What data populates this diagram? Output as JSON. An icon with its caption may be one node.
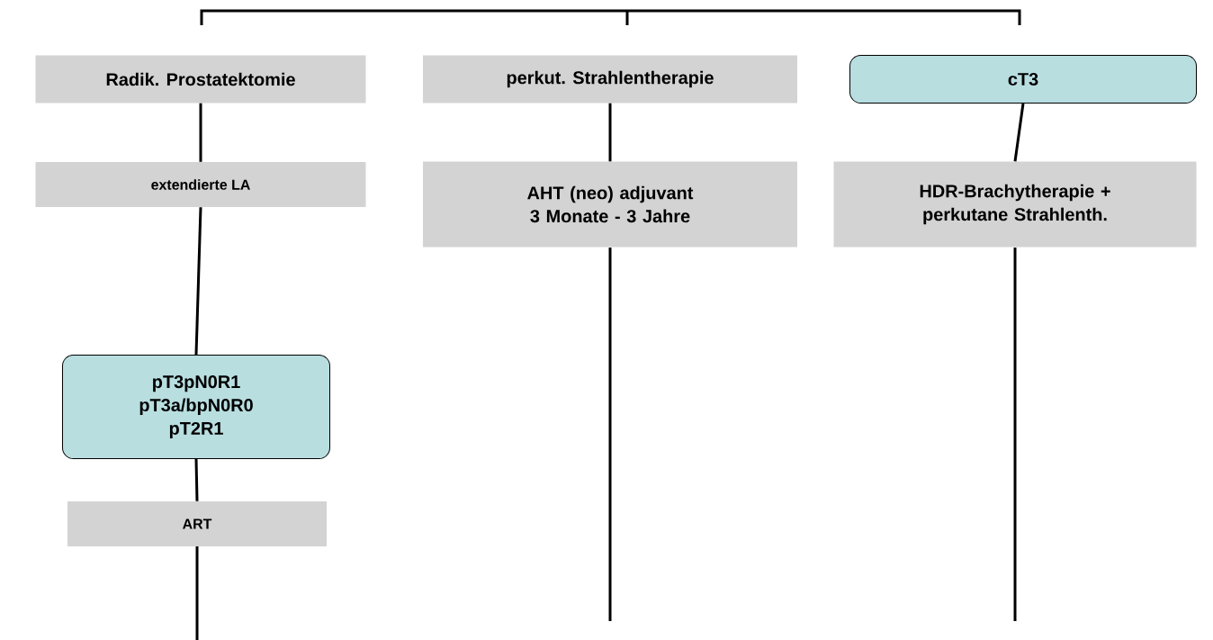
{
  "diagram": {
    "nodes": [
      {
        "text": [
          "Radik. Prostatektomie"
        ]
      },
      {
        "text": [
          "perkut. Strahlentherapie"
        ]
      },
      {
        "text": [
          "cT3"
        ]
      },
      {
        "text": [
          "extendierte LA"
        ]
      },
      {
        "text": [
          "AHT (neo) adjuvant 3 Monate - 3 Jahre"
        ]
      },
      {
        "text": [
          "HDR-Brachytherapie + perkutane Strahlenth."
        ]
      },
      {
        "text": [
          "pT3pN0R1 pT3a/bpN0R0 pT2R1"
        ]
      },
      {
        "text": [
          "ART"
        ]
      }
    ],
    "edges": [
      {
        "from": 0,
        "to": 3,
        "arrow": "none"
      },
      {
        "from": 3,
        "to": 6,
        "arrow": "none"
      },
      {
        "from": 6,
        "to": 7,
        "arrow": "none"
      },
      {
        "from": 7,
        "to": null,
        "arrow": "none"
      },
      {
        "from": 1,
        "to": 4,
        "arrow": "none"
      },
      {
        "from": 4,
        "to": null,
        "arrow": "none"
      },
      {
        "from": 2,
        "to": 5,
        "arrow": "none"
      },
      {
        "from": 5,
        "to": null,
        "arrow": "none"
      }
    ]
  }
}
